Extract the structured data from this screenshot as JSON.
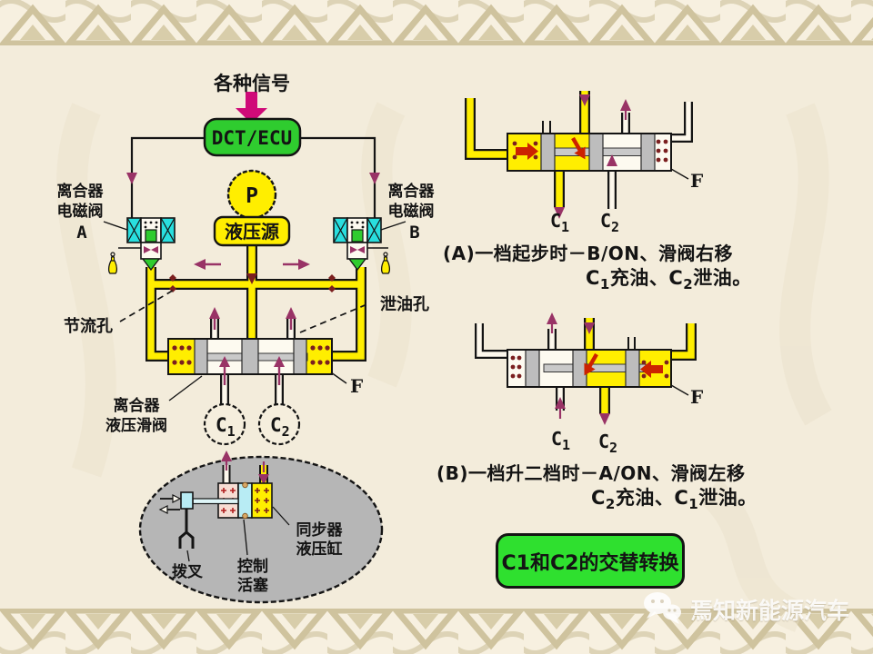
{
  "colors": {
    "background": "#f3ecdb",
    "border_tan": "#cfc39e",
    "yellow": "#ffee00",
    "green": "#2fcc2f",
    "cyan": "#29dede",
    "magenta_arrow": "#993366",
    "signal_pink": "#cf0a78",
    "red_arrow": "#cc2200",
    "dark_red_dot": "#7b1f1f",
    "ellipse_gray": "#b6b6b6"
  },
  "labels": {
    "signal": "各种信号",
    "ecu": "DCT/ECU",
    "pump": "P",
    "source": "液压源",
    "sol_a": [
      "离合器",
      "电磁阀",
      "A"
    ],
    "sol_b": [
      "离合器",
      "电磁阀",
      "B"
    ],
    "throttle": "节流孔",
    "drain": "泄油孔",
    "spool": [
      "离合器",
      "液压滑阀"
    ],
    "f": "F",
    "c": "C",
    "sub1": "1",
    "sub2": "2",
    "sync": [
      "同步器",
      "液压缸"
    ],
    "fork": "拨叉",
    "piston": [
      "控制",
      "活塞"
    ]
  },
  "caption_a": {
    "line1": "(A)一档起步时－B/ON、滑阀右移",
    "c1": "C",
    "s1": "1",
    "mid": "充油、C",
    "s2": "2",
    "end": "泄油。"
  },
  "caption_b": {
    "line1": "(B)一档升二档时－A/ON、滑阀左移",
    "c1": "C",
    "s1": "2",
    "mid": "充油、C",
    "s2": "1",
    "end": "泄油。"
  },
  "summary": "C1和C2的交替转换",
  "watermark": "焉知新能源汽车"
}
